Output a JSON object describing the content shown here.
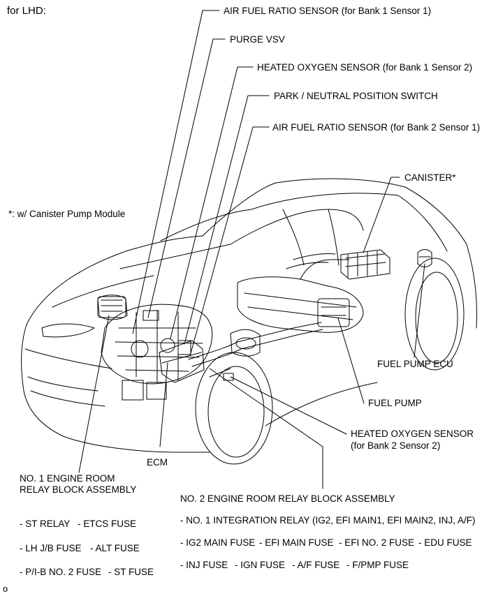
{
  "header": {
    "variant": "for LHD:"
  },
  "note": "*: w/ Canister Pump Module",
  "callouts": {
    "af_sensor_b1s1": "AIR FUEL RATIO SENSOR (for Bank 1 Sensor 1)",
    "purge_vsv": "PURGE VSV",
    "ho2_b1s2": "HEATED OXYGEN SENSOR (for Bank 1 Sensor 2)",
    "park_neutral_switch": "PARK / NEUTRAL POSITION SWITCH",
    "af_sensor_b2s1": "AIR FUEL RATIO SENSOR (for Bank 2 Sensor 1)",
    "canister": "CANISTER*",
    "fuel_pump_ecu": "FUEL PUMP ECU",
    "fuel_pump": "FUEL PUMP",
    "ho2_b2s2_line1": "HEATED OXYGEN SENSOR",
    "ho2_b2s2_line2": "(for Bank 2 Sensor 2)",
    "ecm": "ECM",
    "relay_block_1_line1": "NO. 1 ENGINE ROOM",
    "relay_block_1_line2": "RELAY BLOCK ASSEMBLY",
    "relay_block_2": "NO. 2 ENGINE ROOM RELAY BLOCK ASSEMBLY"
  },
  "relay_block_1_items": [
    "- ST RELAY",
    "- ETCS FUSE",
    "- LH J/B FUSE",
    "- ALT FUSE",
    "- P/I-B NO. 2 FUSE",
    "- ST FUSE"
  ],
  "relay_block_2_items": [
    "- NO. 1 INTEGRATION RELAY (IG2, EFI MAIN1, EFI MAIN2, INJ, A/F)",
    "- IG2 MAIN FUSE",
    "- EFI MAIN FUSE",
    "- EFI NO. 2 FUSE",
    "- EDU FUSE",
    "- INJ FUSE",
    "- IGN FUSE",
    "- A/F FUSE",
    "- F/PMP FUSE"
  ],
  "footer_mark": "o"
}
